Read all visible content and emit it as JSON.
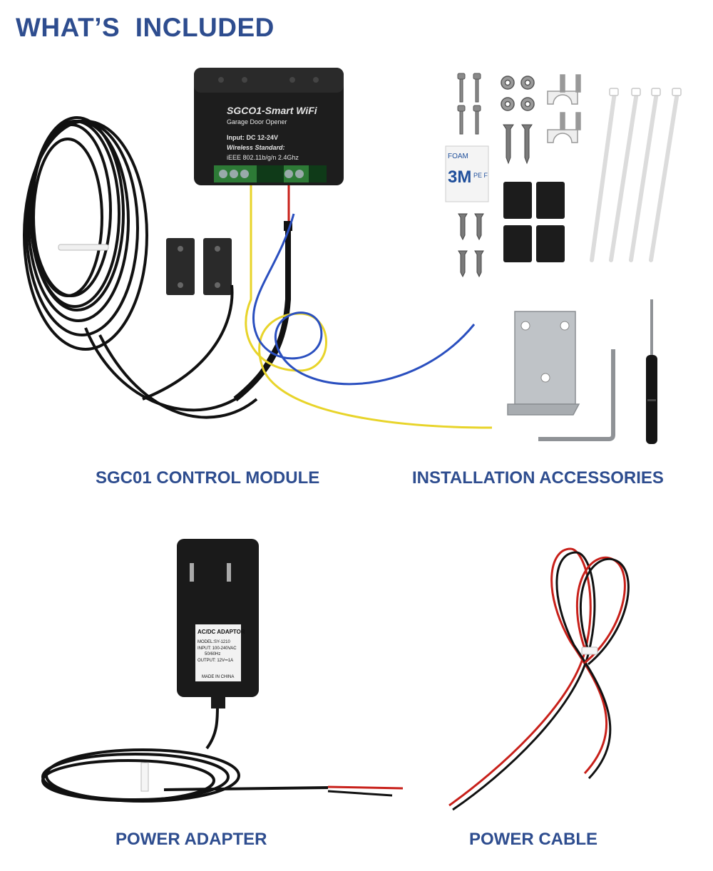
{
  "page": {
    "title": "WHAT’S  INCLUDED",
    "captions": {
      "control_module": "SGC01 CONTROL MODULE",
      "installation_accessories": "INSTALLATION ACCESSORIES",
      "power_adapter": "POWER ADAPTER",
      "power_cable": "POWER CABLE"
    }
  },
  "module_label": {
    "name": "SGCO1-Smart WiFi",
    "subtitle": "Garage Door Opener",
    "input": "Input:  DC 12-24V",
    "wireless_label": "Wireless Standard:",
    "wireless_value": "iEEE 802.11b/g/n 2.4Ghz"
  },
  "adapter_label": {
    "heading": "AC/DC ADAPTOR",
    "model": "MODEL:SY-1210",
    "input": "INPUT: 100-240VAC",
    "freq": "50/60Hz",
    "output": "OUTPUT: 12V⎓1A",
    "origin": "MADE IN CHINA"
  },
  "tape_label": {
    "brand": "3M",
    "foam": "FOAM",
    "pe": "PE F"
  },
  "colors": {
    "heading_blue": "#2e4d8f",
    "wire_yellow": "#e8d42a",
    "wire_blue": "#2a4fbf",
    "wire_red": "#c8201a",
    "cable_black": "#111111"
  }
}
